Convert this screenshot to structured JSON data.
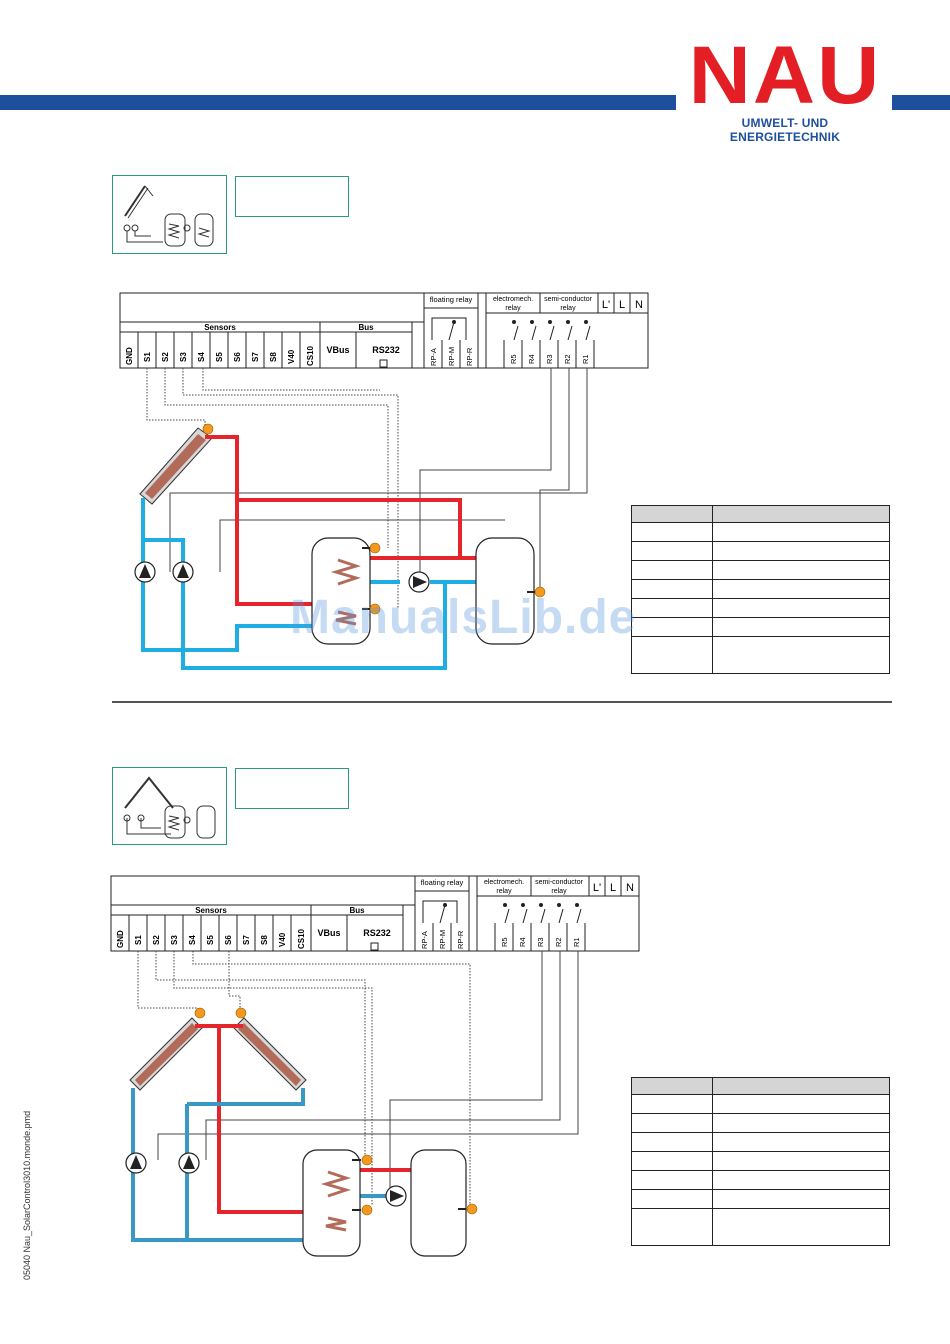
{
  "header": {
    "brand": "NAU",
    "tagline": "UMWELT- UND ENERGIETECHNIK",
    "colors": {
      "brand_red": "#e31e24",
      "brand_blue": "#1d4f9c"
    }
  },
  "terminal_block": {
    "sensors_label": "Sensors",
    "bus_label": "Bus",
    "floating_relay_label": "floating relay",
    "electromech_label": "electromech. relay",
    "electromech_line1": "electromech.",
    "electromech_line2": "relay",
    "semiconductor_line1": "semi-conductor",
    "semiconductor_line2": "relay",
    "sensor_terminals": [
      "GND",
      "S1",
      "S2",
      "S3",
      "S4",
      "S5",
      "S6",
      "S7",
      "S8",
      "V40",
      "CS10"
    ],
    "vbus_label": "VBus",
    "rs232_label": "RS232",
    "floating_terminals": [
      "RP-A",
      "RP-M",
      "RP-R"
    ],
    "relay_terminals": [
      "R5",
      "R4",
      "R3",
      "R2",
      "R1"
    ],
    "power_terminals": [
      "L'",
      "L",
      "N"
    ]
  },
  "diagram1": {
    "legend_rows": 8
  },
  "diagram2": {
    "legend_rows": 8
  },
  "watermark": "ManualsLib.de",
  "footer": {
    "file_note": "05040 Nau_SolarControl3010.monde.pmd"
  },
  "colors": {
    "hot_pipe": "#e4252b",
    "cold_pipe": "#1eaee3",
    "cold_pipe_2": "#3a98c4",
    "sensor": "#f39a1e",
    "accent_green": "#2a9a7a"
  }
}
